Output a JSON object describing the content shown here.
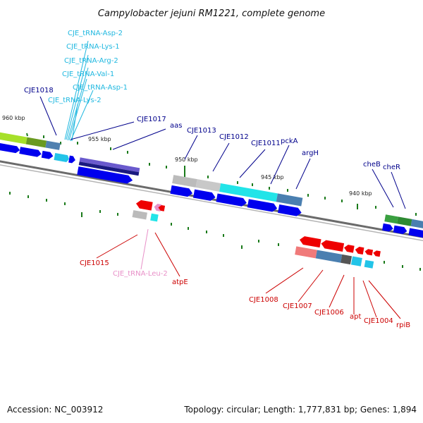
{
  "title": "Campylobacter jejuni RM1221, complete genome",
  "accession": "Accession: NC_003912",
  "summary": "Topology: circular; Length: 1,777,831 bp; Genes: 1,894",
  "scale": {
    "kbp_960": "960 kbp",
    "kbp_955": "955 kbp",
    "kbp_950": "950 kbp",
    "kbp_945": "945 kbp",
    "kbp_940": "940 kbp"
  },
  "colors": {
    "forward_label": "#00008b",
    "trna_label": "#20b8e0",
    "reverse_label": "#cc0000",
    "reverse_trna_label": "#e890c8",
    "forward_gene": "#0000ee",
    "reverse_gene": "#ee0000",
    "tick": "#1a7a1a",
    "backbone": "#707070"
  },
  "labels": {
    "trna_asp2": "CJE_tRNA-Asp-2",
    "trna_lys1": "CJE_tRNA-Lys-1",
    "trna_arg2": "CJE_tRNA-Arg-2",
    "trna_val1": "CJE_tRNA-Val-1",
    "trna_asp1": "CJE_tRNA-Asp-1",
    "trna_lys2": "CJE_tRNA-Lys-2",
    "cje1018": "CJE1018",
    "cje1017": "CJE1017",
    "aas": "aas",
    "cje1013": "CJE1013",
    "cje1012": "CJE1012",
    "cje1011": "CJE1011",
    "pcka": "pckA",
    "argh": "argH",
    "cheb": "cheB",
    "cher": "cheR",
    "cje1015": "CJE1015",
    "trna_leu2": "CJE_tRNA-Leu-2",
    "atpe": "atpE",
    "cje1008": "CJE1008",
    "cje1007": "CJE1007",
    "cje1006": "CJE1006",
    "apt": "apt",
    "cje1004": "CJE1004",
    "rpib": "rpiB"
  }
}
